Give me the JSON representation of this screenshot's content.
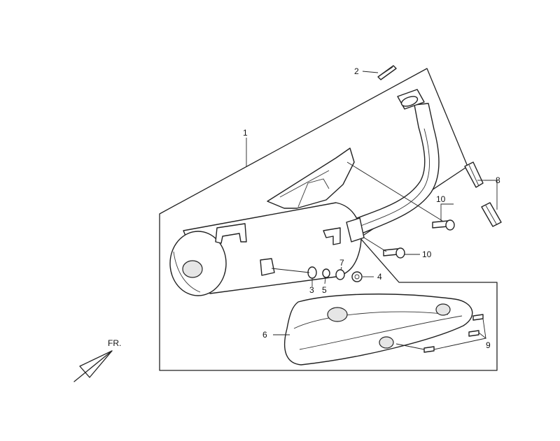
{
  "callouts": [
    {
      "id": "1",
      "text": "1"
    },
    {
      "id": "2",
      "text": "2"
    },
    {
      "id": "3",
      "text": "3"
    },
    {
      "id": "4",
      "text": "4"
    },
    {
      "id": "5",
      "text": "5"
    },
    {
      "id": "6",
      "text": "6"
    },
    {
      "id": "7",
      "text": "7"
    },
    {
      "id": "8",
      "text": "8"
    },
    {
      "id": "9",
      "text": "9"
    },
    {
      "id": "10a",
      "text": "10"
    },
    {
      "id": "10b",
      "text": "10"
    }
  ],
  "orientation": {
    "label": "FR."
  },
  "colors": {
    "line": "#222222",
    "background": "#ffffff"
  }
}
